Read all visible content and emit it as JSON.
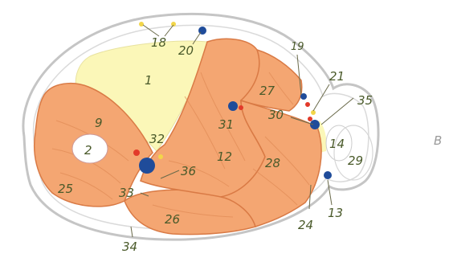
{
  "labels": {
    "l1": "1",
    "l2": "2",
    "l9": "9",
    "l12": "12",
    "l13": "13",
    "l14": "14",
    "l18": "18",
    "l19": "19",
    "l20": "20",
    "l21": "21",
    "l24": "24",
    "l25": "25",
    "l26": "26",
    "l27": "27",
    "l28": "28",
    "l29": "29",
    "l30": "30",
    "l31": "31",
    "l32": "32",
    "l33": "33",
    "l34": "34",
    "l35": "35",
    "l36": "36",
    "lB": "B"
  },
  "colors": {
    "muscle": "#f4a672",
    "muscle_edge": "#d97a45",
    "marrow": "#fbf7b8",
    "artery": "#e23a2a",
    "vein": "#1f4c9a",
    "nerve": "#f2d64a",
    "skin_line": "#b9b9b9",
    "label": "#4a5a2a"
  },
  "icons": {
    "artery_dot": "red-dot",
    "vein_dot": "blue-dot",
    "nerve_dot": "yellow-dot"
  }
}
